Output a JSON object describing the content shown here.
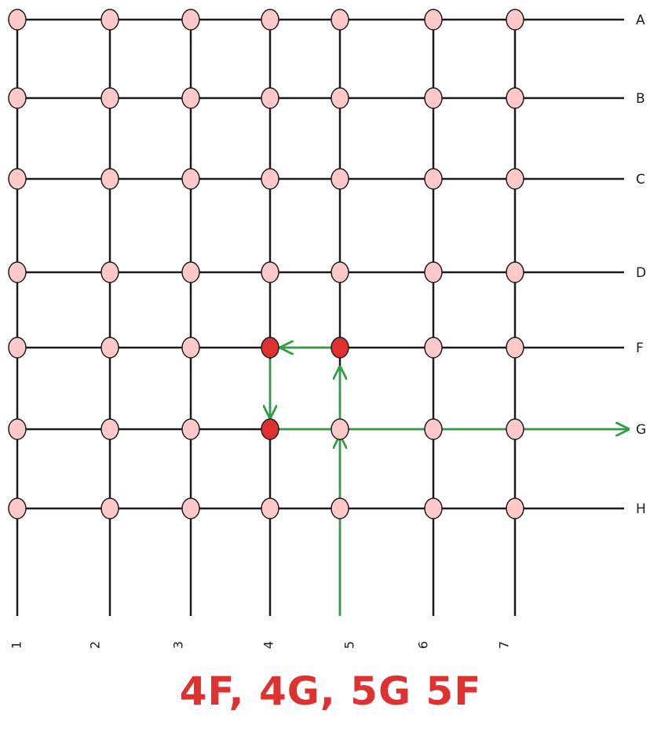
{
  "diagram": {
    "row_labels": [
      "A",
      "B",
      "C",
      "D",
      "F",
      "G",
      "H"
    ],
    "column_labels": [
      "1",
      "2",
      "3",
      "4",
      "5",
      "6",
      "7"
    ],
    "highlighted_nodes": [
      "4F",
      "4G",
      "5F"
    ],
    "path_steps": [
      "5 (bottom) → 5G",
      "5G → 5F",
      "5F → 4F",
      "4F → 4G",
      "4G → G (right edge)"
    ],
    "caption": "4F, 4G, 5G 5F"
  },
  "colors": {
    "grid_line": "#1a1a1a",
    "node_fill": "#ffc9c9",
    "node_highlight_fill": "#e03131",
    "node_stroke": "#1e1e1e",
    "path": "#2f9e44",
    "caption": "#e03131",
    "label": "#1e1e1e"
  }
}
